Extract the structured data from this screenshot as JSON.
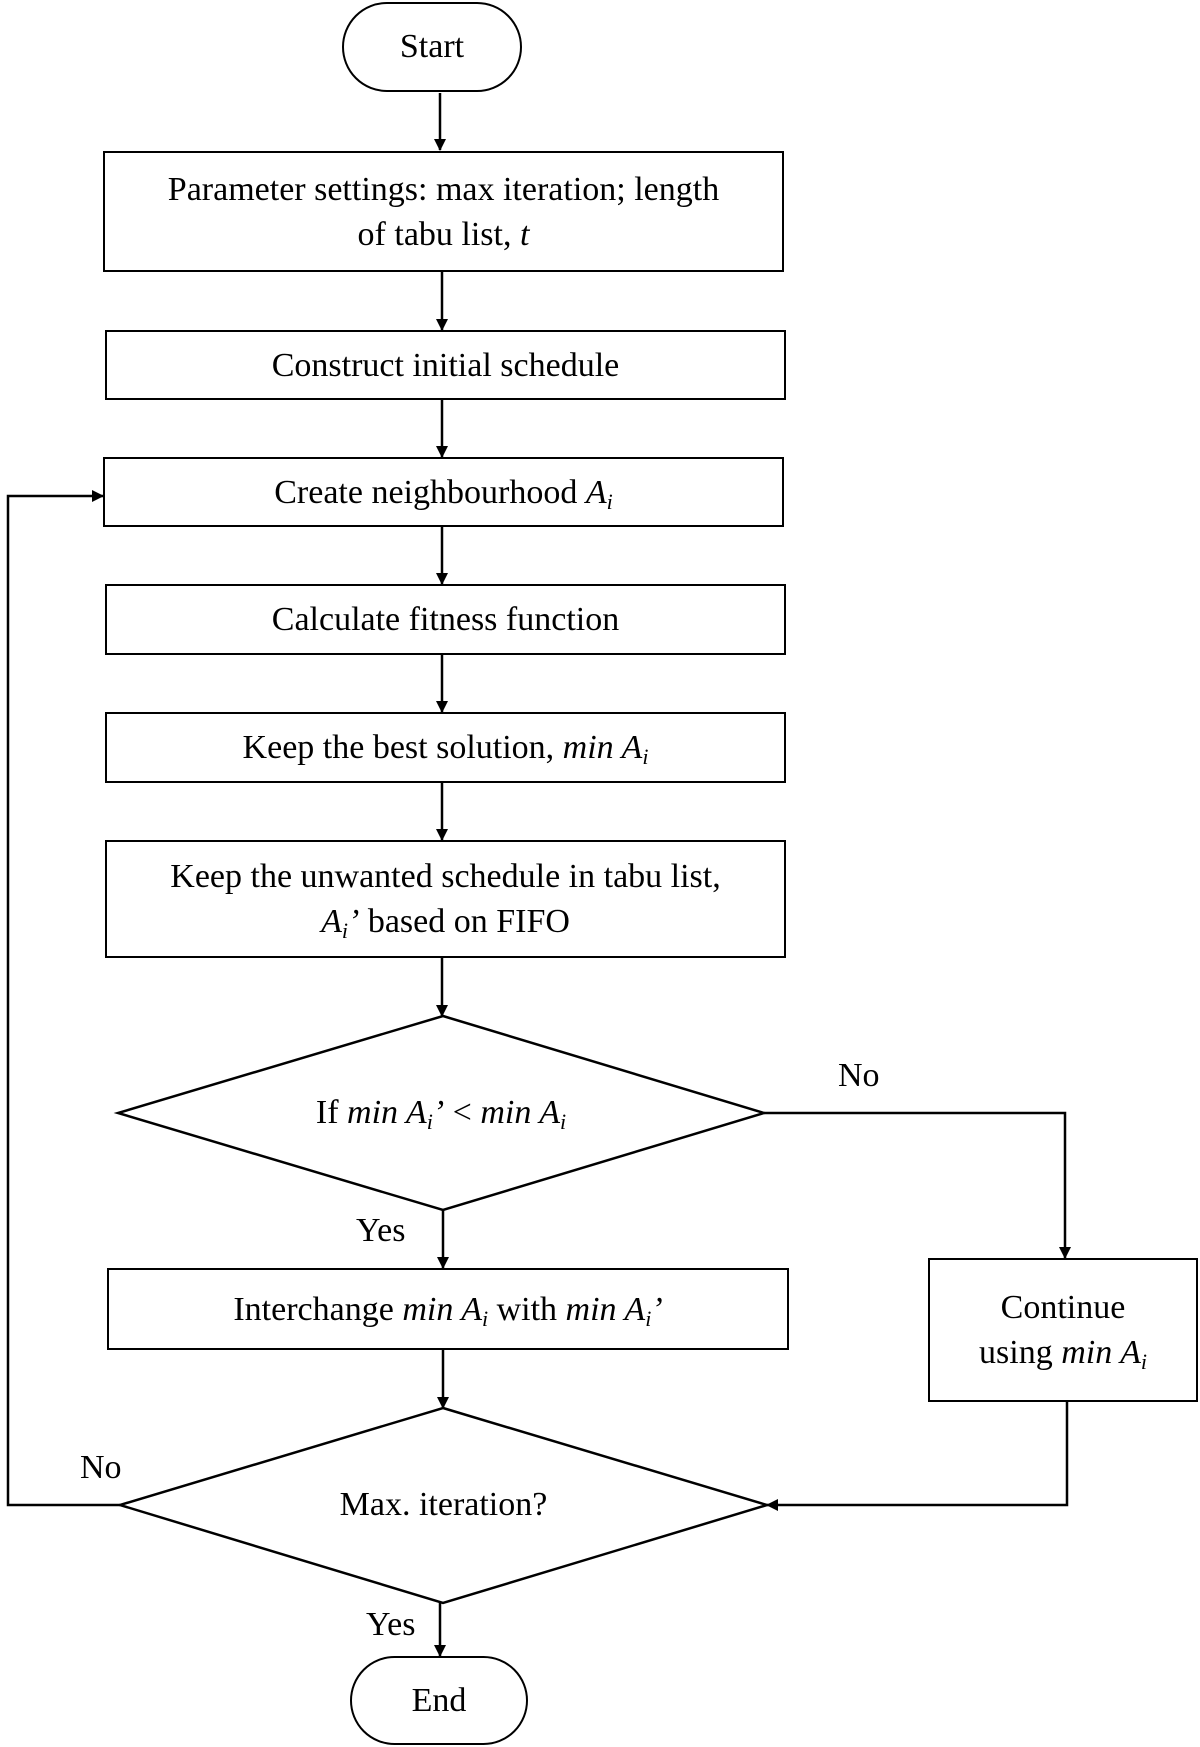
{
  "nodes": {
    "start": "Start",
    "params": {
      "line1": "Parameter settings: max iteration; length",
      "line2_prefix": "of tabu list, ",
      "line2_var": "t"
    },
    "construct": "Construct initial schedule",
    "neighbourhood": {
      "text": "Create neighbourhood ",
      "var": "A",
      "sub": "i"
    },
    "fitness": "Calculate fitness function",
    "best": {
      "text": "Keep the best solution, ",
      "var": "min A",
      "sub": "i"
    },
    "tabu": {
      "line1": "Keep the unwanted schedule in tabu list,",
      "var": "A",
      "sub": "i",
      "var_suffix": "’",
      "line2_suffix": " based on FIFO"
    },
    "decision1": {
      "prefix": "If ",
      "var1": "min A",
      "sub1": "i",
      "suffix1": "’",
      "op": " < ",
      "var2": "min A",
      "sub2": "i"
    },
    "interchange": {
      "prefix": "Interchange ",
      "var1": "min A",
      "sub1": "i",
      "mid": " with ",
      "var2": "min A",
      "sub2": "i",
      "suffix2": "’"
    },
    "continue": {
      "line1": "Continue",
      "line2_prefix": "using ",
      "var": "min A",
      "sub": "i"
    },
    "decision2": "Max. iteration?",
    "end": "End"
  },
  "edge_labels": {
    "decision1_no": "No",
    "decision1_yes": "Yes",
    "decision2_no": "No",
    "decision2_yes": "Yes"
  }
}
